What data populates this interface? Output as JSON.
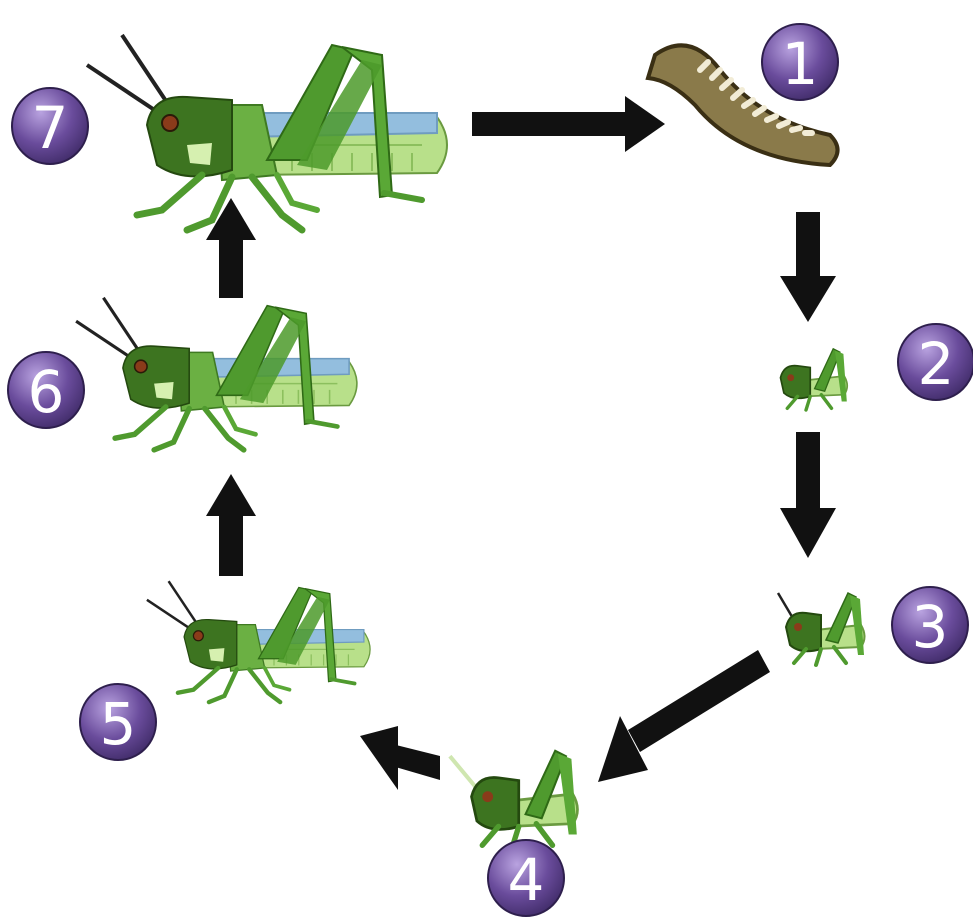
{
  "stages": [
    {
      "number": "1",
      "depicts": "egg-pod"
    },
    {
      "number": "2",
      "depicts": "nymph"
    },
    {
      "number": "3",
      "depicts": "nymph"
    },
    {
      "number": "4",
      "depicts": "nymph"
    },
    {
      "number": "5",
      "depicts": "nymph"
    },
    {
      "number": "6",
      "depicts": "nymph"
    },
    {
      "number": "7",
      "depicts": "adult-grasshopper"
    }
  ],
  "colors": {
    "badge": "#6a4c9c",
    "badge_dark": "#4a3378",
    "badge_light": "#9b82c8",
    "arrow": "#111111",
    "body_green": "#4f9a2e",
    "body_light": "#b8e08a",
    "head_dark": "#2f5e16",
    "wing_blue": "#93bede",
    "egg_fill": "#8a7a4a",
    "egg_stripe": "#f2ecd6"
  }
}
